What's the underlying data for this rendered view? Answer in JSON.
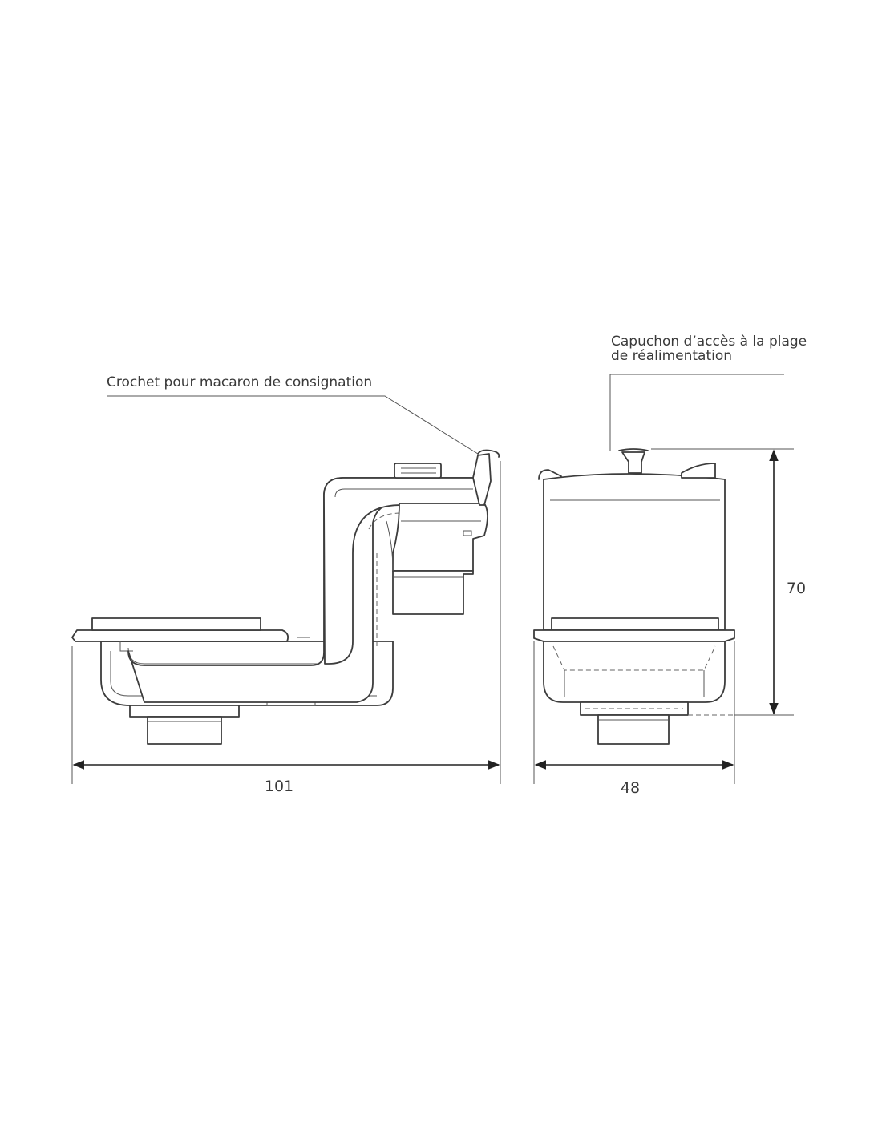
{
  "callouts": {
    "hook": "Crochet pour macaron de consignation",
    "cap_line1": "Capuchon d’accès à la plage",
    "cap_line2": "de réalimentation"
  },
  "dimensions": {
    "total_width": "101",
    "side_width": "48",
    "height": "70"
  }
}
